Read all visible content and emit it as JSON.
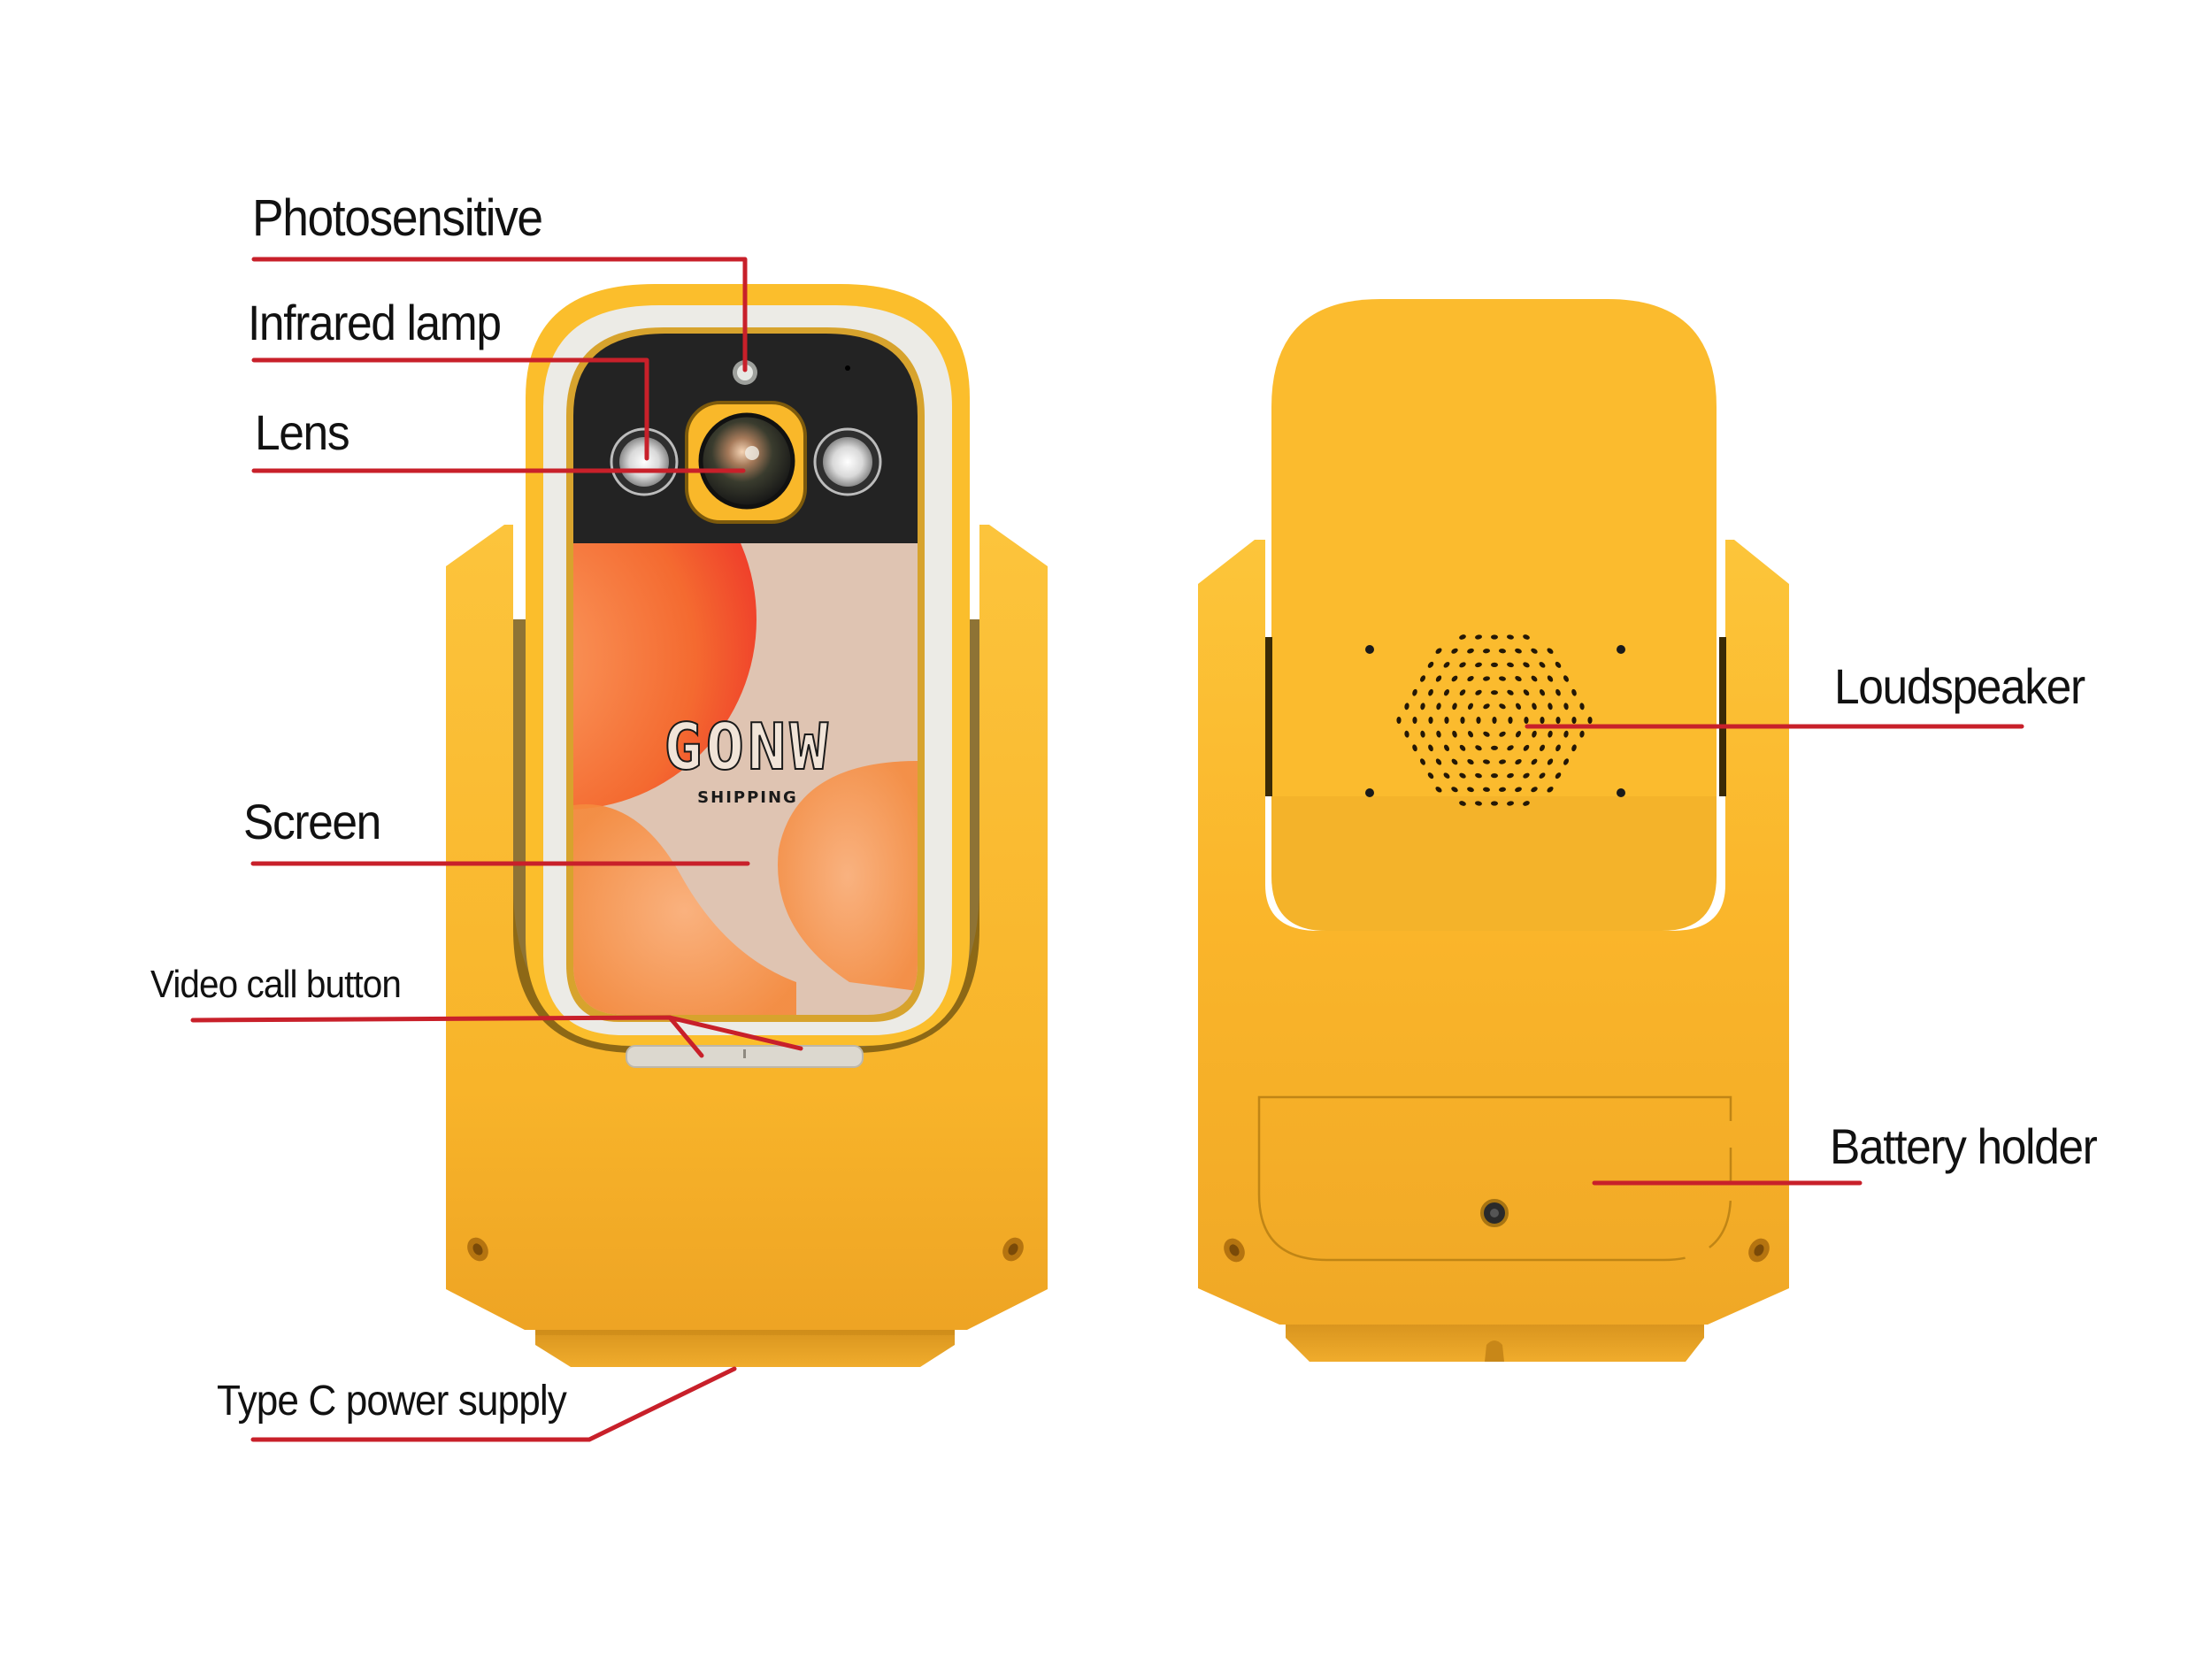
{
  "diagram": {
    "type": "product-annotation",
    "subject": "Yellow video-call camera device, front and back views",
    "colors": {
      "background": "#ffffff",
      "body_yellow": "#f9b62b",
      "body_yellow_light": "#fcc63e",
      "body_shadow": "#e09a1c",
      "callout_line": "#c8202a",
      "label_text": "#111111",
      "camera_panel": "#222222",
      "screen_bg": "#dfc4b2",
      "screen_orange": "#f58a3d"
    }
  },
  "front_view": {
    "screen": {
      "brand_title": "GONW",
      "brand_subtitle": "SHIPPING"
    },
    "labels": [
      {
        "id": "photosensitive",
        "text": "Photosensitive"
      },
      {
        "id": "infrared-lamp",
        "text": "Infrared lamp"
      },
      {
        "id": "lens",
        "text": "Lens"
      },
      {
        "id": "screen",
        "text": "Screen"
      },
      {
        "id": "video-call-button",
        "text": "Video call button"
      },
      {
        "id": "type-c-power-supply",
        "text": "Type C power supply"
      }
    ]
  },
  "back_view": {
    "labels": [
      {
        "id": "loudspeaker",
        "text": "Loudspeaker"
      },
      {
        "id": "battery-holder",
        "text": "Battery holder"
      }
    ]
  }
}
